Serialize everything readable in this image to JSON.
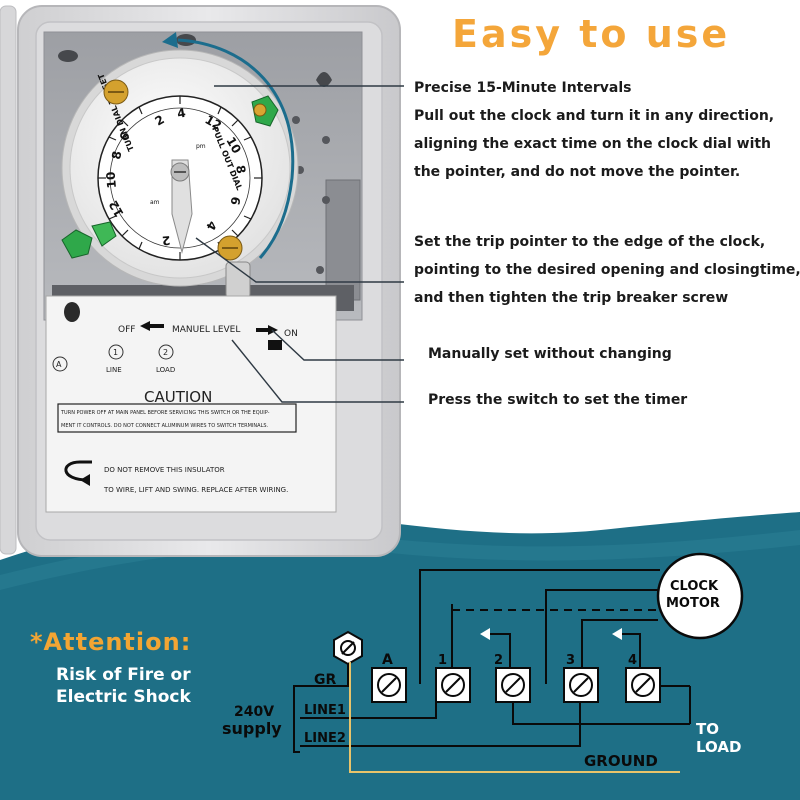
{
  "headline": "Easy to use",
  "features": {
    "intervals_title": "Precise 15-Minute Intervals",
    "intervals_lines": [
      "Pull out the clock and turn it in any direction,",
      "aligning the exact time on the clock dial with",
      "the pointer, and do not move the pointer."
    ],
    "trip_lines": [
      "Set the trip pointer to the edge of the clock,",
      "pointing to the desired opening and closingtime,",
      "and then tighten the trip breaker screw"
    ],
    "manual": "Manually set without changing",
    "press": "Press the switch to set the timer"
  },
  "device": {
    "dial_top_text": "PULL OUT DIAL",
    "dial_left_text": "TURN DIAL TO SET",
    "dial_numbers": [
      "2",
      "4",
      "6",
      "8",
      "10",
      "12",
      "2",
      "4",
      "6",
      "8",
      "10",
      "12"
    ],
    "am": "am",
    "pm": "pm",
    "off": "OFF",
    "manual_level": "MANUEL LEVEL",
    "on": "ON",
    "terminal_a": "A",
    "terminal_1": "1",
    "terminal_2": "2",
    "line": "LINE",
    "load": "LOAD",
    "caution": "CAUTION",
    "caution_text_1": "TURN POWER OFF AT MAIN PANEL BEFORE SERVICING THIS SWITCH OR THE EQUIP-",
    "caution_text_2": "MENT IT CONTROLS. DO NOT CONNECT ALUMINUM WIRES TO SWITCH TERMINALS.",
    "insulator_1": "DO NOT REMOVE THIS INSULATOR",
    "insulator_2": "TO WIRE, LIFT AND SWING. REPLACE AFTER WIRING."
  },
  "attention": {
    "title": "*Attention:",
    "risk_1": "Risk of Fire or",
    "risk_2": "Electric Shock"
  },
  "wiring": {
    "clock_motor_1": "CLOCK",
    "clock_motor_2": "MOTOR",
    "gr": "GR",
    "a": "A",
    "t1": "1",
    "t2": "2",
    "t3": "3",
    "t4": "4",
    "supply_1": "240V",
    "supply_2": "supply",
    "line1": "LINE1",
    "line2": "LINE2",
    "to": "TO",
    "load": "LOAD",
    "ground": "GROUND"
  },
  "colors": {
    "accent_orange": "#f4a63a",
    "teal_band": "#1e6f86",
    "ground_wire": "#e9c46a"
  }
}
